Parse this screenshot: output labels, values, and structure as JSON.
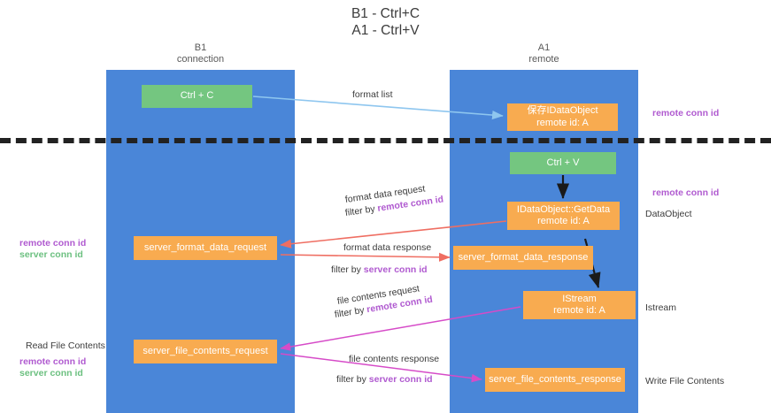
{
  "title": {
    "line1": "B1 - Ctrl+C",
    "line2": "A1 - Ctrl+V"
  },
  "columns": [
    {
      "id": "b1",
      "name": "B1",
      "sub": "connection"
    },
    {
      "id": "a1",
      "name": "A1",
      "sub": "remote"
    }
  ],
  "colors": {
    "lane": "#4a86d8",
    "node_orange": "#f8ab50",
    "node_green": "#74c680",
    "purple": "#b05ad0",
    "green_text": "#6cc080",
    "arrow_blue": "#8ec6ef",
    "arrow_red": "#ef6e62",
    "arrow_magenta": "#d64bc8",
    "arrow_black": "#1a1a1a",
    "divider": "#222222"
  },
  "nodes": {
    "ctrl_c": {
      "label": "Ctrl + C"
    },
    "idataobject": {
      "line1": "保存IDataObject",
      "line2": "remote id: A"
    },
    "ctrl_v": {
      "label": "Ctrl + V"
    },
    "getdata": {
      "line1": "IDataObject::GetData",
      "line2": "remote id: A"
    },
    "server_format_data_request": {
      "label": "server_format_data_request"
    },
    "server_format_data_response": {
      "label": "server_format_data_response"
    },
    "istream": {
      "line1": "IStream",
      "line2": "remote id: A"
    },
    "server_file_contents_request": {
      "label": "server_file_contents_request"
    },
    "server_file_contents_response": {
      "label": "server_file_contents_response"
    }
  },
  "labels": {
    "format_list": "format list",
    "format_data_request": "format data request",
    "filter_by": "filter by ",
    "remote_conn_id": "remote conn id",
    "server_conn_id": "server conn id",
    "format_data_response": "format data response",
    "file_contents_request": "file contents request",
    "file_contents_response": "file contents response",
    "data_object": "DataObject",
    "istream_side": "Istream",
    "write_file_contents": "Write File Contents",
    "read_file_contents": "Read File Contents"
  }
}
